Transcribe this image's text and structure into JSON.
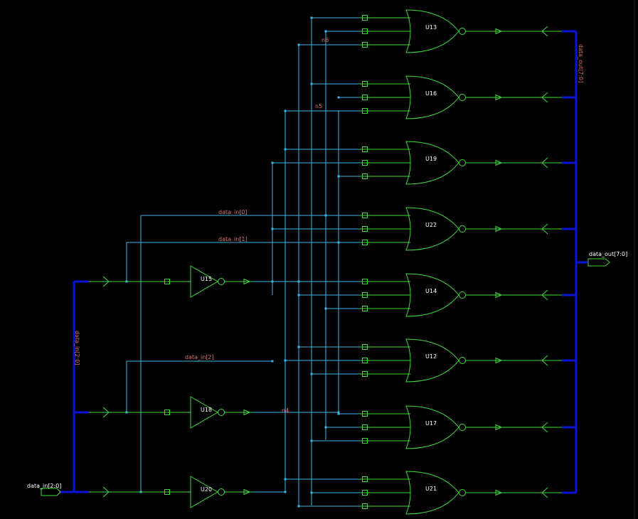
{
  "colors": {
    "background": "#000000",
    "wire": "#3fb6e8",
    "bus": "#0a14d8",
    "gate": "#3ddc3d",
    "net_label": "#e07070",
    "text": "#ffffff"
  },
  "ports": {
    "input": "data_in[2:0]",
    "output": "data_out[7:0]"
  },
  "bus_labels": {
    "input_bus": "data_in[2:0]",
    "output_bus": "data_out[7:0]"
  },
  "net_labels": [
    "data_in[0]",
    "data_in[1]",
    "data_in[2]",
    "n4",
    "n5",
    "n6"
  ],
  "inverters": [
    "U15",
    "U18",
    "U20"
  ],
  "nor_gates": [
    "U13",
    "U16",
    "U19",
    "U22",
    "U14",
    "U12",
    "U17",
    "U21"
  ]
}
